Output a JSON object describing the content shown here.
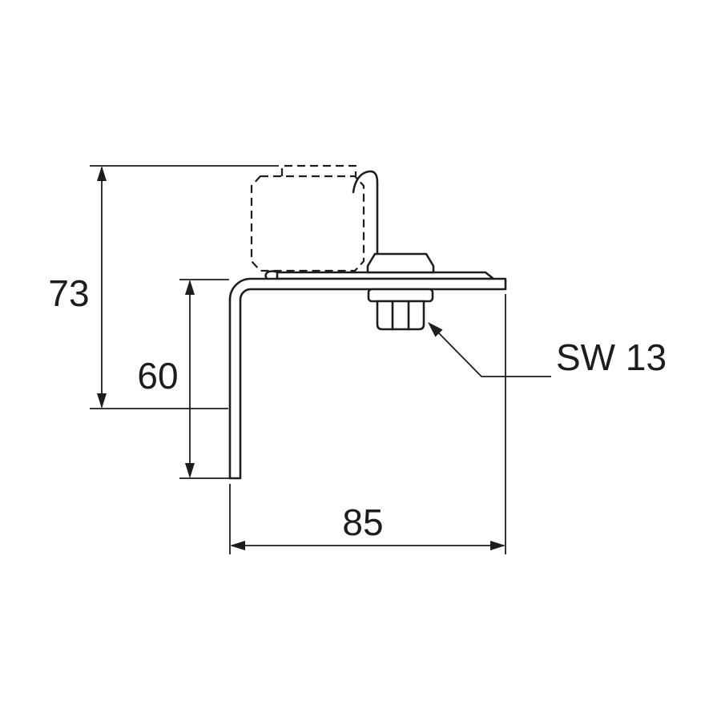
{
  "diagram": {
    "type": "technical-drawing",
    "subject": "angle-bracket-with-clamp-and-hex-nut",
    "labels": {
      "dim_total_height": "73",
      "dim_leg_height": "60",
      "dim_width": "85",
      "wrench_size": "SW 13"
    },
    "colors": {
      "line": "#1d1d1b",
      "background": "#ffffff"
    }
  }
}
